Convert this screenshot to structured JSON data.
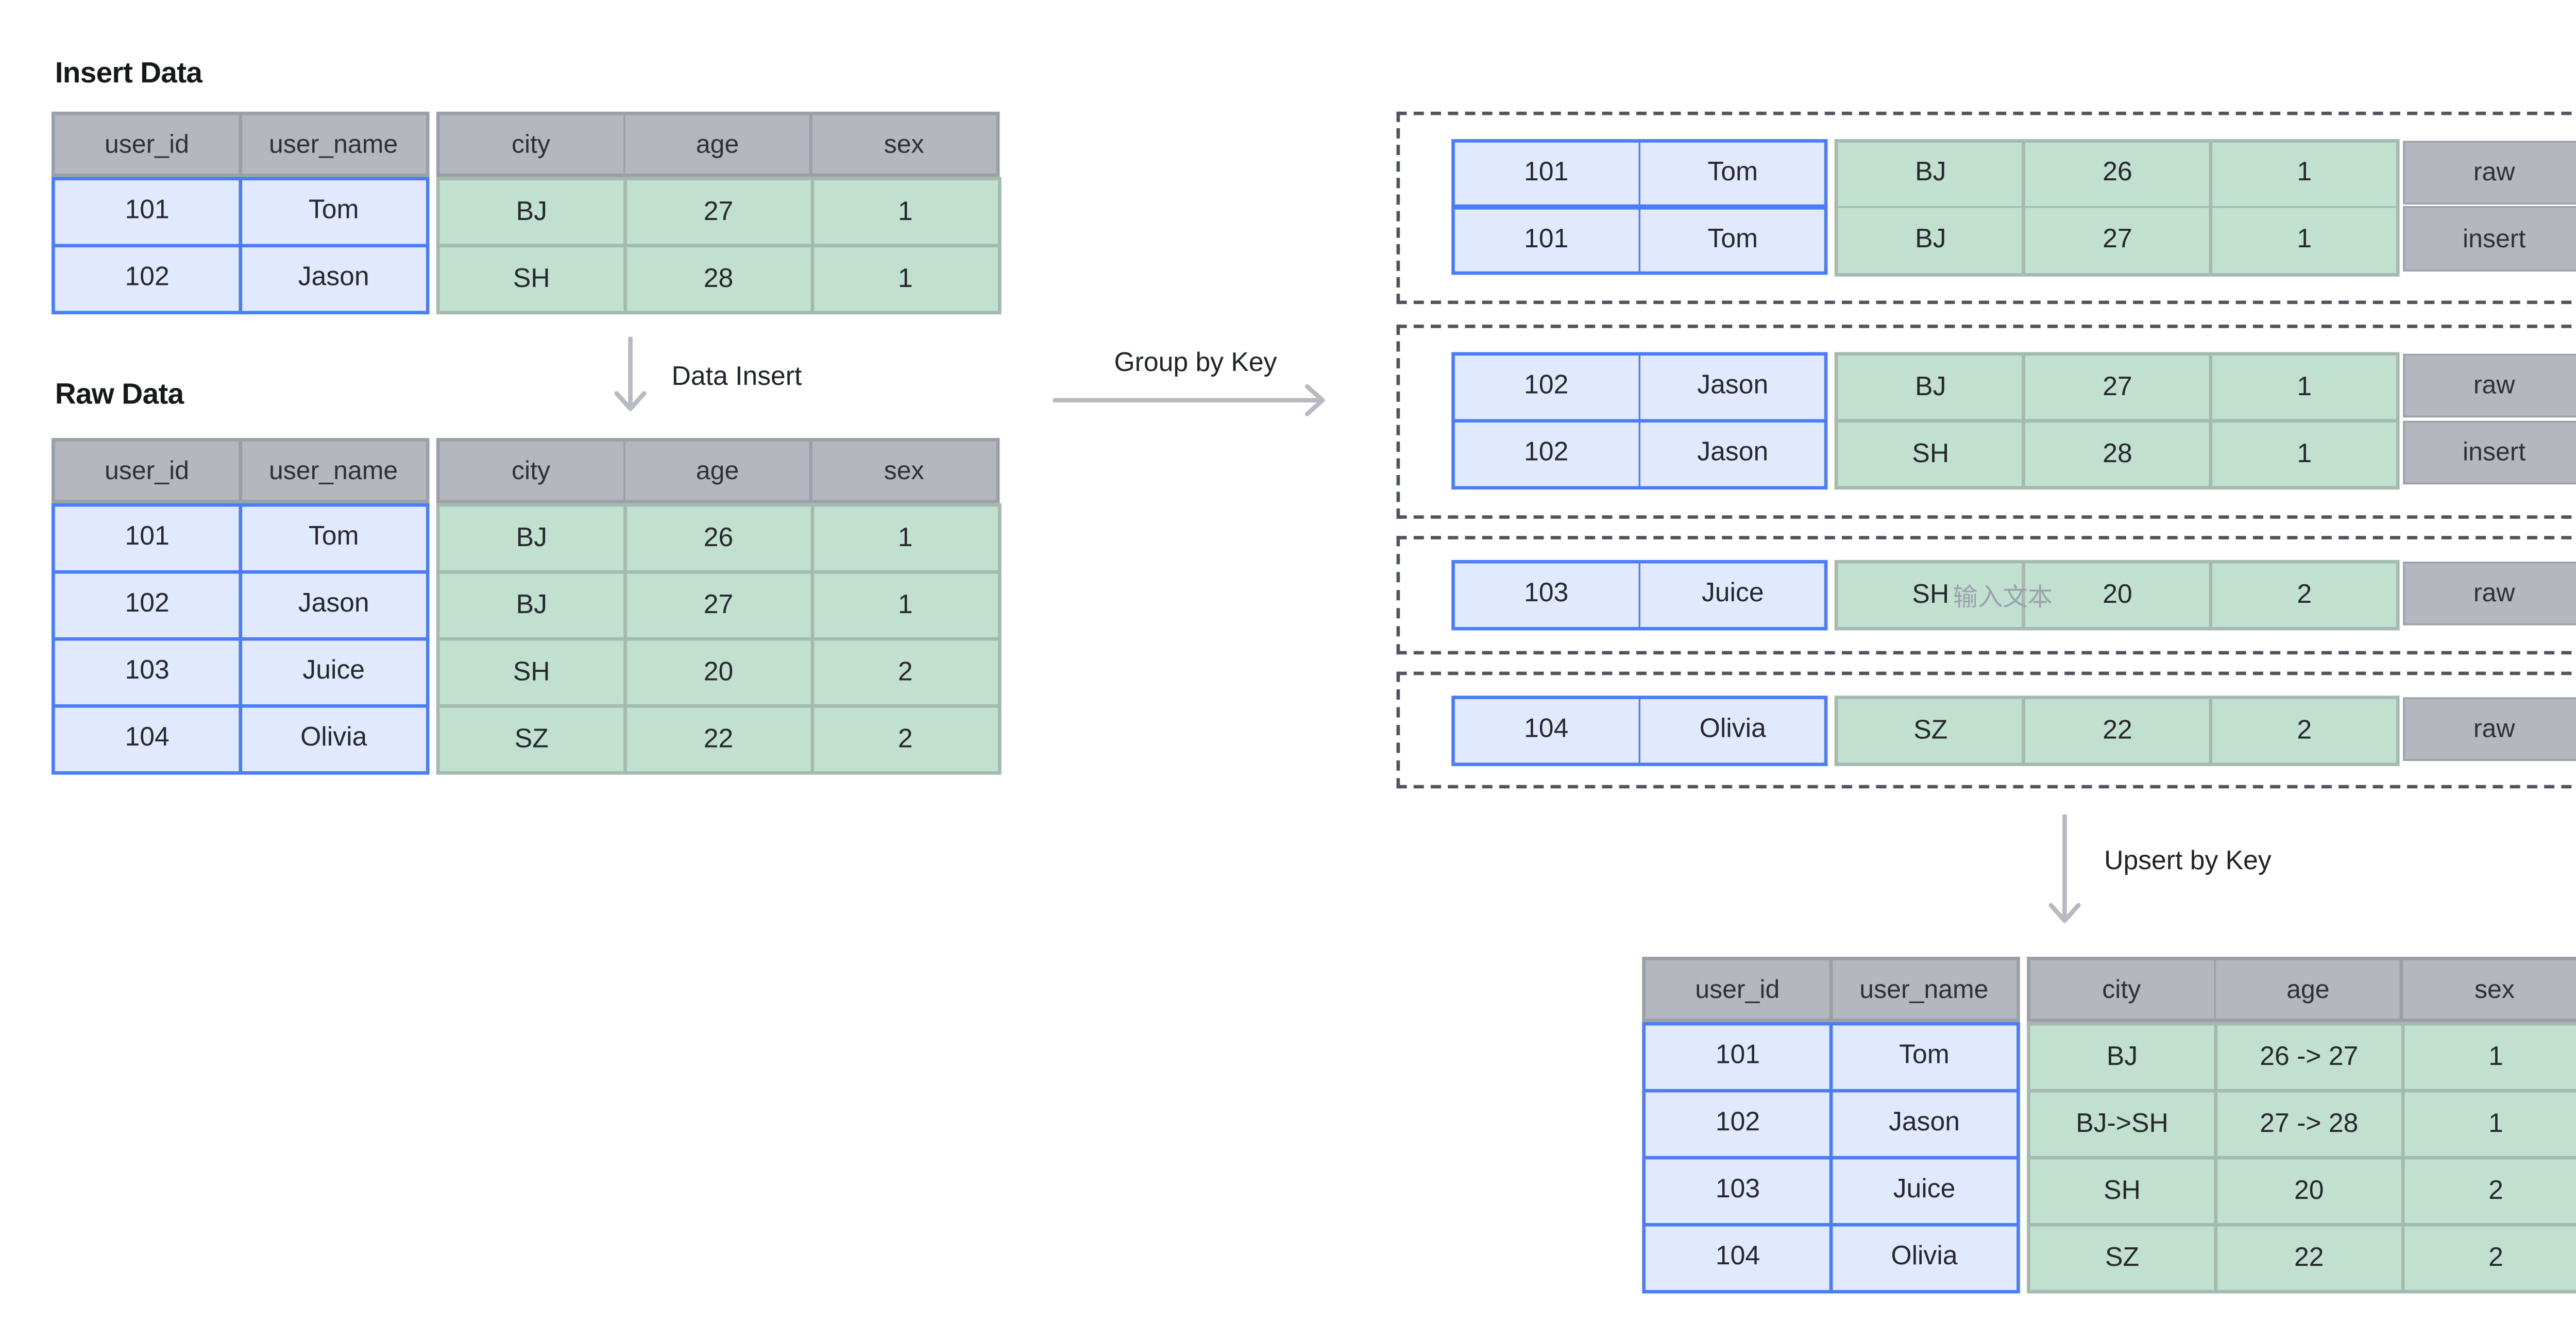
{
  "titles": {
    "insert_data": "Insert Data",
    "raw_data": "Raw Data"
  },
  "arrow_labels": {
    "data_insert": "Data Insert",
    "group_by_key": "Group by Key",
    "upsert_by_key": "Upsert by Key"
  },
  "columns": [
    "user_id",
    "user_name",
    "city",
    "age",
    "sex"
  ],
  "tags": {
    "raw": "raw",
    "insert": "insert"
  },
  "insert_table": {
    "rows": [
      [
        "101",
        "Tom",
        "BJ",
        "27",
        "1"
      ],
      [
        "102",
        "Jason",
        "SH",
        "28",
        "1"
      ]
    ]
  },
  "raw_table": {
    "rows": [
      [
        "101",
        "Tom",
        "BJ",
        "26",
        "1"
      ],
      [
        "102",
        "Jason",
        "BJ",
        "27",
        "1"
      ],
      [
        "103",
        "Juice",
        "SH",
        "20",
        "2"
      ],
      [
        "104",
        "Olivia",
        "SZ",
        "22",
        "2"
      ]
    ]
  },
  "groups": [
    {
      "rows": [
        {
          "key": [
            "101",
            "Tom"
          ],
          "values": [
            "BJ",
            "26",
            "1"
          ],
          "tag": "raw"
        },
        {
          "key": [
            "101",
            "Tom"
          ],
          "values": [
            "BJ",
            "27",
            "1"
          ],
          "tag": "insert"
        }
      ]
    },
    {
      "rows": [
        {
          "key": [
            "102",
            "Jason"
          ],
          "values": [
            "BJ",
            "27",
            "1"
          ],
          "tag": "raw"
        },
        {
          "key": [
            "102",
            "Jason"
          ],
          "values": [
            "SH",
            "28",
            "1"
          ],
          "tag": "insert"
        }
      ]
    },
    {
      "rows": [
        {
          "key": [
            "103",
            "Juice"
          ],
          "values": [
            "SH",
            "20",
            "2"
          ],
          "placeholder": "输入文本",
          "tag": "raw"
        }
      ]
    },
    {
      "rows": [
        {
          "key": [
            "104",
            "Olivia"
          ],
          "values": [
            "SZ",
            "22",
            "2"
          ],
          "tag": "raw"
        }
      ]
    }
  ],
  "result_table": {
    "rows": [
      [
        "101",
        "Tom",
        "BJ",
        "26 -> 27",
        "1"
      ],
      [
        "102",
        "Jason",
        "BJ->SH",
        "27 -> 28",
        "1"
      ],
      [
        "103",
        "Juice",
        "SH",
        "20",
        "2"
      ],
      [
        "104",
        "Olivia",
        "SZ",
        "22",
        "2"
      ]
    ]
  },
  "colors": {
    "key_border": "#4b7dfa",
    "key_fill": "#e1e9fe",
    "value_fill": "#c1e0d0",
    "value_border": "#a4bab0",
    "header_fill": "#b4b7be",
    "header_border": "#9b9fa6",
    "tag_fill": "#b4b7be",
    "tag_border": "#9ba0a7",
    "dashed_border": "#4e555e",
    "arrow": "#b7bac0",
    "placeholder_text": "#9aa2ac",
    "text": "#26282d"
  }
}
